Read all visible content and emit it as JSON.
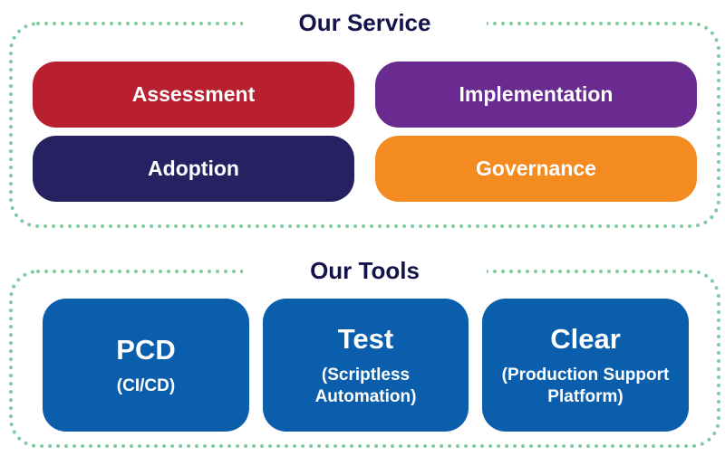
{
  "service": {
    "title": "Our Service",
    "items": [
      {
        "label": "Assessment",
        "color": "#b81f2f"
      },
      {
        "label": "Implementation",
        "color": "#6a2b90"
      },
      {
        "label": "Adoption",
        "color": "#262262"
      },
      {
        "label": "Governance",
        "color": "#f38b20"
      }
    ]
  },
  "tools": {
    "title": "Our Tools",
    "items": [
      {
        "name": "PCD",
        "sub": "(CI/CD)"
      },
      {
        "name": "Test",
        "sub": "(Scriptless Automation)"
      },
      {
        "name": "Clear",
        "sub": "(Production Support Platform)"
      }
    ]
  },
  "colors": {
    "frame": "#7fcb9f",
    "title": "#14124a",
    "tool": "#0a5eac"
  }
}
